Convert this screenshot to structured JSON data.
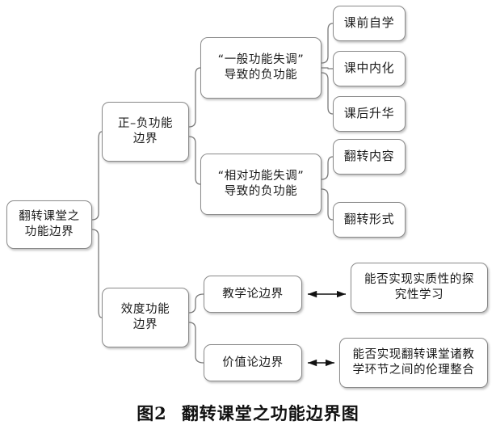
{
  "figure": {
    "caption_label": "图2",
    "caption_title": "翻转课堂之功能边界图",
    "line_color": "#7a7a7a",
    "arrow_color": "#111111",
    "box_border_color": "#8a8a8a",
    "background": "#ffffff"
  },
  "diagram": {
    "type": "tree",
    "root": {
      "label": "翻转课堂之\n功能边界"
    },
    "branches": [
      {
        "label": "正–负功能\n边界",
        "children": [
          {
            "label": "“一般功能失调”\n导致的负功能",
            "children": [
              {
                "label": "课前自学"
              },
              {
                "label": "课中内化"
              },
              {
                "label": "课后升华"
              }
            ]
          },
          {
            "label": "“相对功能失调”\n导致的负功能",
            "children": [
              {
                "label": "翻转内容"
              },
              {
                "label": "翻转形式"
              }
            ]
          }
        ]
      },
      {
        "label": "效度功能\n边界",
        "children": [
          {
            "label": "教学论边界",
            "linked": {
              "label": "能否实现实质性的探\n究性学习",
              "relation": "双向"
            }
          },
          {
            "label": "价值论边界",
            "linked": {
              "label": "能否实现翻转课堂诸教\n学环节之间的伦理整合",
              "relation": "双向"
            }
          }
        ]
      }
    ]
  }
}
